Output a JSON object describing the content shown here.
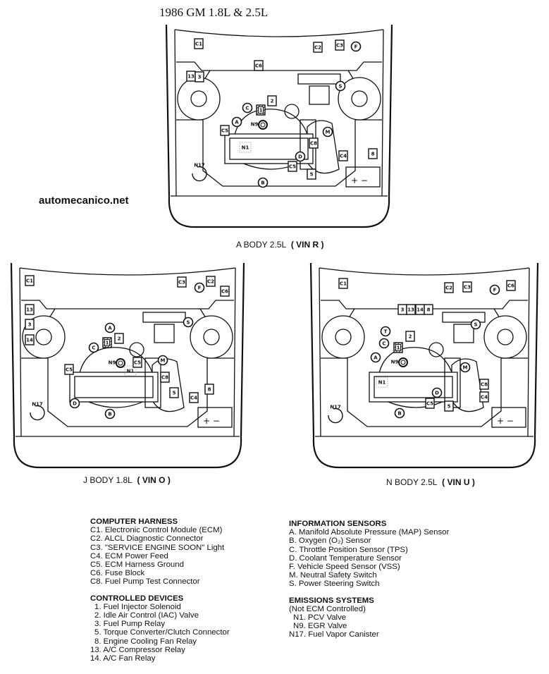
{
  "title": "1986 GM 1.8L & 2.5L",
  "watermark": "automecanico.net",
  "diagrams": [
    {
      "caption": "A BODY 2.5L",
      "vin": "( VIN R )",
      "markers": [
        "C1",
        "C2",
        "C3",
        "F",
        "C6",
        "13",
        "3",
        "S",
        "2",
        "C",
        "1",
        "A",
        "N9",
        "M",
        "C5",
        "N1",
        "C8",
        "D",
        "8",
        "C4",
        "C5",
        "5",
        "N17",
        "B"
      ]
    },
    {
      "caption": "J BODY 1.8L",
      "vin": "( VIN O )",
      "markers": [
        "C1",
        "C3",
        "F",
        "C2",
        "C6",
        "13",
        "3",
        "14",
        "S",
        "A",
        "2",
        "1",
        "C",
        "N9",
        "C5",
        "M",
        "C5",
        "N1",
        "C8",
        "5",
        "8",
        "C4",
        "D",
        "B",
        "N17"
      ]
    },
    {
      "caption": "N BODY 2.5L",
      "vin": "( VIN U )",
      "markers": [
        "C1",
        "C2",
        "C3",
        "F",
        "C6",
        "3",
        "13",
        "14",
        "8",
        "S",
        "T",
        "2",
        "C",
        "1",
        "A",
        "N9",
        "M",
        "N1",
        "C8",
        "D",
        "C4",
        "C5",
        "5",
        "B",
        "N17"
      ]
    }
  ],
  "legend": {
    "computer_harness": {
      "heading": "COMPUTER HARNESS",
      "items": [
        "C1. Electronic Control Module (ECM)",
        "C2. ALCL Diagnostic Connector",
        "C3. \"SERVICE ENGINE SOON\" Light",
        "C4. ECM Power Feed",
        "C5. ECM Harness Ground",
        "C6. Fuse Block",
        "C8. Fuel Pump Test Connector"
      ]
    },
    "controlled_devices": {
      "heading": "CONTROLLED DEVICES",
      "items": [
        "1. Fuel Injector Solenoid",
        "2. Idle Air Control (IAC) Valve",
        "3. Fuel Pump Relay",
        "5. Torque Converter/Clutch Connector",
        "8. Engine Cooling Fan Relay",
        "13. A/C Compressor Relay",
        "14. A/C Fan Relay"
      ]
    },
    "information_sensors": {
      "heading": "INFORMATION SENSORS",
      "items": [
        "A. Manifold Absolute Pressure (MAP) Sensor",
        "B. Oxygen (O₂) Sensor",
        "C. Throttle Position Sensor (TPS)",
        "D. Coolant Temperature Sensor",
        "F. Vehicle Speed Sensor (VSS)",
        "M. Neutral Safety Switch",
        "S. Power Steering Switch"
      ]
    },
    "emissions_systems": {
      "heading": "EMISSIONS SYSTEMS",
      "subheading": "(Not ECM Controlled)",
      "items": [
        "N1. PCV Valve",
        "N9. EGR Valve",
        "N17. Fuel Vapor Canister"
      ]
    }
  }
}
